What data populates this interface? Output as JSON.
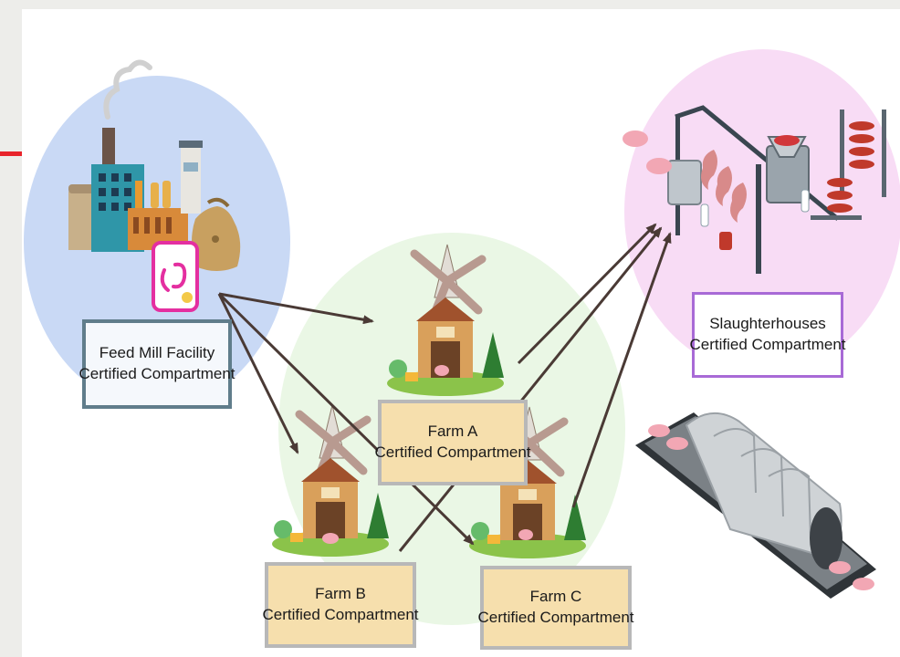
{
  "nodes": {
    "feed_mill": {
      "line1": "Feed Mill Facility",
      "line2": "Certified Compartment"
    },
    "slaughterhouses": {
      "line1": "Slaughterhouses",
      "line2": "Certified Compartment"
    },
    "farm_a": {
      "line1": "Farm A",
      "line2": "Certified Compartment"
    },
    "farm_b": {
      "line1": "Farm B",
      "line2": "Certified Compartment"
    },
    "farm_c": {
      "line1": "Farm C",
      "line2": "Certified Compartment"
    }
  },
  "edges": [
    {
      "from": "feed_mill",
      "to": "farm_a"
    },
    {
      "from": "feed_mill",
      "to": "farm_b"
    },
    {
      "from": "feed_mill",
      "to": "farm_c"
    },
    {
      "from": "farm_a",
      "to": "slaughterhouses"
    },
    {
      "from": "farm_b",
      "to": "slaughterhouses"
    },
    {
      "from": "farm_c",
      "to": "slaughterhouses"
    }
  ],
  "colors": {
    "feed_zone": "#c9d9f5",
    "farm_zone": "#e6f6e0",
    "slaughter_zone": "#f8dcf5",
    "farm_box_fill": "#f6dfad",
    "feed_box_border": "#607d8b",
    "slaughter_box_border": "#a86ad6",
    "arrow": "#4a3a35",
    "accent_mark": "#e8242b"
  },
  "icons": [
    "factory-icon",
    "feed-sack-icon",
    "feed-bag-icon",
    "barn-windmill-icon",
    "pig-icon",
    "slaughter-line-icon",
    "conveyor-tunnel-icon"
  ]
}
